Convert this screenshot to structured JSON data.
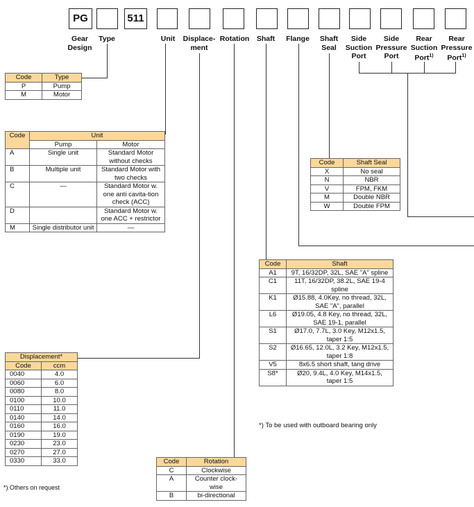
{
  "header": {
    "boxes": [
      "PG",
      "",
      "511",
      "",
      "",
      "",
      "",
      "",
      "",
      "",
      "",
      "",
      ""
    ],
    "labels": {
      "gear_design": "Gear Design",
      "type": "Type",
      "unit": "Unit",
      "displacement": "Displace-ment",
      "rotation": "Rotation",
      "shaft": "Shaft",
      "flange": "Flange",
      "shaft_seal": "Shaft Seal",
      "side_suction": "Side Suction Port",
      "side_pressure": "Side Pressure Port",
      "rear_suction": "Rear Suction Port",
      "rear_pressure": "Rear Pressure Port",
      "footnote_mark": "1)"
    }
  },
  "type_table": {
    "headers": [
      "Code",
      "Type"
    ],
    "rows": [
      [
        "P",
        "Pump"
      ],
      [
        "M",
        "Motor"
      ]
    ]
  },
  "unit_table": {
    "code_header": "Code",
    "group_header": "Unit",
    "sub_headers": [
      "Pump",
      "Motor"
    ],
    "rows": [
      [
        "A",
        "Single unit",
        "Standard Motor without checks"
      ],
      [
        "B",
        "Multiple unit",
        "Standard Motor with two checks"
      ],
      [
        "C",
        "—",
        "Standard Motor w. one anti cavita-tion check (ACC)"
      ],
      [
        "D",
        "",
        "Standard Motor w. one ACC + restrictor"
      ],
      [
        "M",
        "Single distributor unit",
        "—"
      ]
    ]
  },
  "seal_table": {
    "headers": [
      "Code",
      "Shaft Seal"
    ],
    "rows": [
      [
        "X",
        "No seal"
      ],
      [
        "N",
        "NBR"
      ],
      [
        "V",
        "FPM, FKM"
      ],
      [
        "M",
        "Double NBR"
      ],
      [
        "W",
        "Double FPM"
      ]
    ]
  },
  "shaft_table": {
    "headers": [
      "Code",
      "Shaft"
    ],
    "rows": [
      [
        "A1",
        "9T, 16/32DP, 32L, SAE \"A\" spline"
      ],
      [
        "C1",
        "11T, 16/32DP, 38.2L, SAE 19-4 spline"
      ],
      [
        "K1",
        "Ø15.88, 4.0Key, no thread, 32L, SAE \"A\", parallel"
      ],
      [
        "L6",
        "Ø19.05, 4.8 Key, no thread, 32L, SAE 19-1, parallel"
      ],
      [
        "S1",
        "Ø17.0, 7.7L, 3.0 Key, M12x1.5, taper 1:5"
      ],
      [
        "S2",
        "Ø16.65, 12.0L, 3.2 Key, M12x1.5, taper 1:8"
      ],
      [
        "V5",
        "8x6.5 short shaft, tang drive"
      ],
      [
        "S8*",
        "Ø20, 9.4L, 4.0 Key, M14x1.5, taper 1:5"
      ]
    ],
    "note": "*)  To be used with outboard bearing only"
  },
  "displacement_table": {
    "title": "Displacement*",
    "headers": [
      "Code",
      "ccm"
    ],
    "rows": [
      [
        "0040",
        "4.0"
      ],
      [
        "0060",
        "6.0"
      ],
      [
        "0080",
        "8.0"
      ],
      [
        "0100",
        "10.0"
      ],
      [
        "0110",
        "11.0"
      ],
      [
        "0140",
        "14.0"
      ],
      [
        "0160",
        "16.0"
      ],
      [
        "0190",
        "19.0"
      ],
      [
        "0230",
        "23.0"
      ],
      [
        "0270",
        "27.0"
      ],
      [
        "0330",
        "33.0"
      ]
    ],
    "note": "*) Others on request"
  },
  "rotation_table": {
    "headers": [
      "Code",
      "Rotation"
    ],
    "rows": [
      [
        "C",
        "Clockwise"
      ],
      [
        "A",
        "Counter clock-wise"
      ],
      [
        "B",
        "bi-directional"
      ]
    ]
  },
  "colors": {
    "header_fill": "#fbd89a",
    "line": "#333333"
  }
}
